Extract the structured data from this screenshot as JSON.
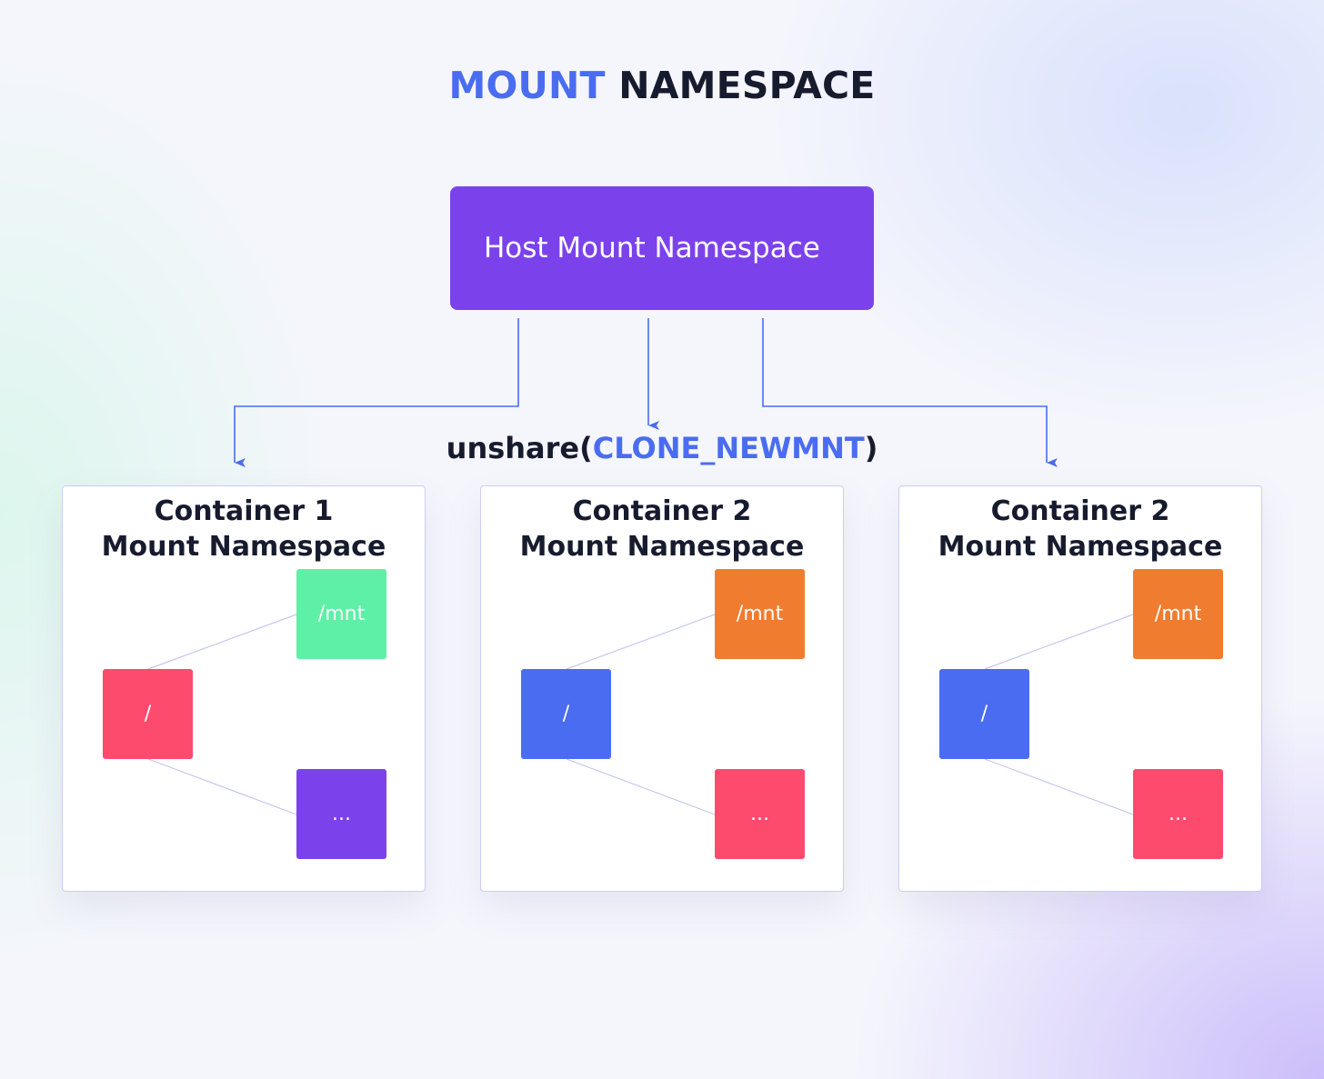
{
  "title": {
    "accent": "MOUNT",
    "rest": "NAMESPACE"
  },
  "host": {
    "label": "Host Mount Namespace",
    "color": "#7b42ec"
  },
  "syscall": {
    "prefix": "unshare(",
    "flag": "CLONE_NEWMNT",
    "suffix": ")"
  },
  "colors": {
    "accent": "#4a6cf0",
    "connector": "#4a6cf0",
    "tree_line": "#c3c8ee"
  },
  "containers": [
    {
      "title_line1": "Container 1",
      "title_line2": "Mount Namespace",
      "nodes": {
        "root": {
          "label": "/",
          "color": "#fd4b6e"
        },
        "mnt": {
          "label": "/mnt",
          "color": "#5ef0a6"
        },
        "more": {
          "label": "...",
          "color": "#7b42ec"
        }
      }
    },
    {
      "title_line1": "Container 2",
      "title_line2": "Mount Namespace",
      "nodes": {
        "root": {
          "label": "/",
          "color": "#4a6cf0"
        },
        "mnt": {
          "label": "/mnt",
          "color": "#f07c30"
        },
        "more": {
          "label": "...",
          "color": "#fd4b6e"
        }
      }
    },
    {
      "title_line1": "Container 2",
      "title_line2": "Mount Namespace",
      "nodes": {
        "root": {
          "label": "/",
          "color": "#4a6cf0"
        },
        "mnt": {
          "label": "/mnt",
          "color": "#f07c30"
        },
        "more": {
          "label": "...",
          "color": "#fd4b6e"
        }
      }
    }
  ]
}
